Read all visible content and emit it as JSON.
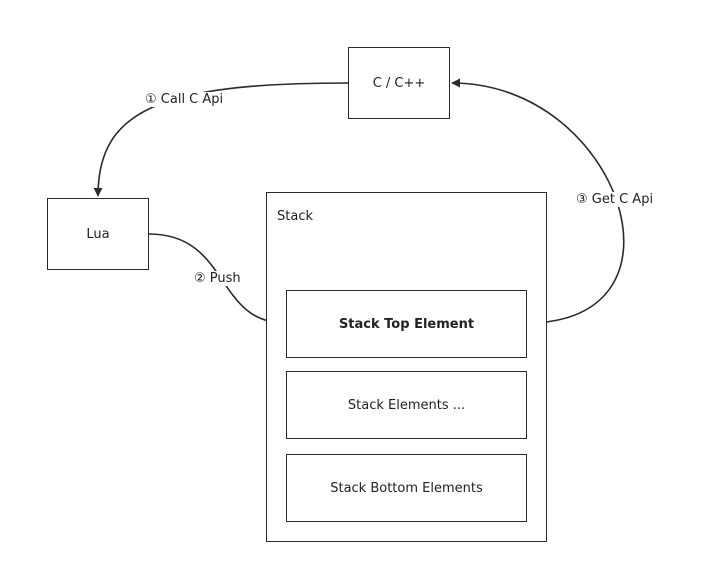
{
  "nodes": {
    "cpp": {
      "label": "C / C++"
    },
    "lua": {
      "label": "Lua"
    },
    "stack": {
      "title": "Stack",
      "elements": [
        {
          "label": "Stack Top Element"
        },
        {
          "label": "Stack Elements ..."
        },
        {
          "label": "Stack Bottom Elements"
        }
      ]
    }
  },
  "edges": {
    "call_c_api": {
      "label": "① Call C Api"
    },
    "push": {
      "label": "② Push"
    },
    "get_c_api": {
      "label": "③ Get C Api"
    }
  },
  "colors": {
    "stroke": "#2b2b2b",
    "text": "#222222",
    "background": "#ffffff"
  }
}
